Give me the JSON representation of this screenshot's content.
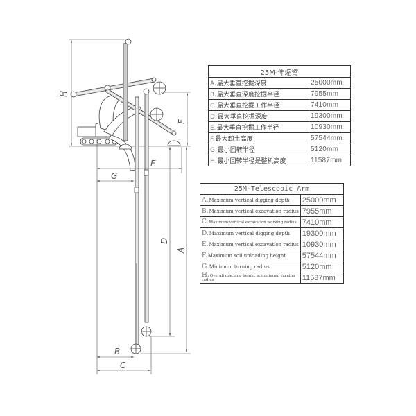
{
  "diagram": {
    "dimension_letters": [
      "A",
      "B",
      "C",
      "D",
      "E",
      "F",
      "G",
      "H"
    ]
  },
  "table_cn": {
    "title": "25M-伸缩臂",
    "rows": [
      {
        "letter": "A.",
        "label": "最大垂直挖掘深度",
        "value": "25000mm"
      },
      {
        "letter": "B.",
        "label": "最大垂直深度挖掘半径",
        "value": "7955mm"
      },
      {
        "letter": "C.",
        "label": "最大垂直挖掘工作半径",
        "value": "7410mm"
      },
      {
        "letter": "D.",
        "label": "最大垂直挖掘深度",
        "value": "19300mm"
      },
      {
        "letter": "E.",
        "label": "最大垂直挖掘工作半径",
        "value": "10930mm"
      },
      {
        "letter": "F.",
        "label": "最大卸土高度",
        "value": "57544mm"
      },
      {
        "letter": "G.",
        "label": "最小回转半径",
        "value": "5120mm"
      },
      {
        "letter": "H.",
        "label": "最小回转半径是整机高度",
        "value": "11587mm"
      }
    ]
  },
  "table_en": {
    "title": "25M-Telescopic Arm",
    "rows": [
      {
        "letter": "A.",
        "label": "Maximum vertical digging depth",
        "value": "25000mm"
      },
      {
        "letter": "B.",
        "label": "Maximum vertical excavation radius",
        "value": "7955mm"
      },
      {
        "letter": "C.",
        "label": "Maximum vertical excavation working radius",
        "value": "7410mm"
      },
      {
        "letter": "D.",
        "label": "Maximum vertical digging depth",
        "value": "19300mm"
      },
      {
        "letter": "E.",
        "label": "Maximum vertical excavation radius",
        "value": "10930mm"
      },
      {
        "letter": "F.",
        "label": "Maximum soil unloading height",
        "value": "57544mm"
      },
      {
        "letter": "G.",
        "label": "Minimum turning radius",
        "value": "5120mm"
      },
      {
        "letter": "H.",
        "label": "Overall machine height at minimum turning radius",
        "value": "11587mm"
      }
    ]
  }
}
